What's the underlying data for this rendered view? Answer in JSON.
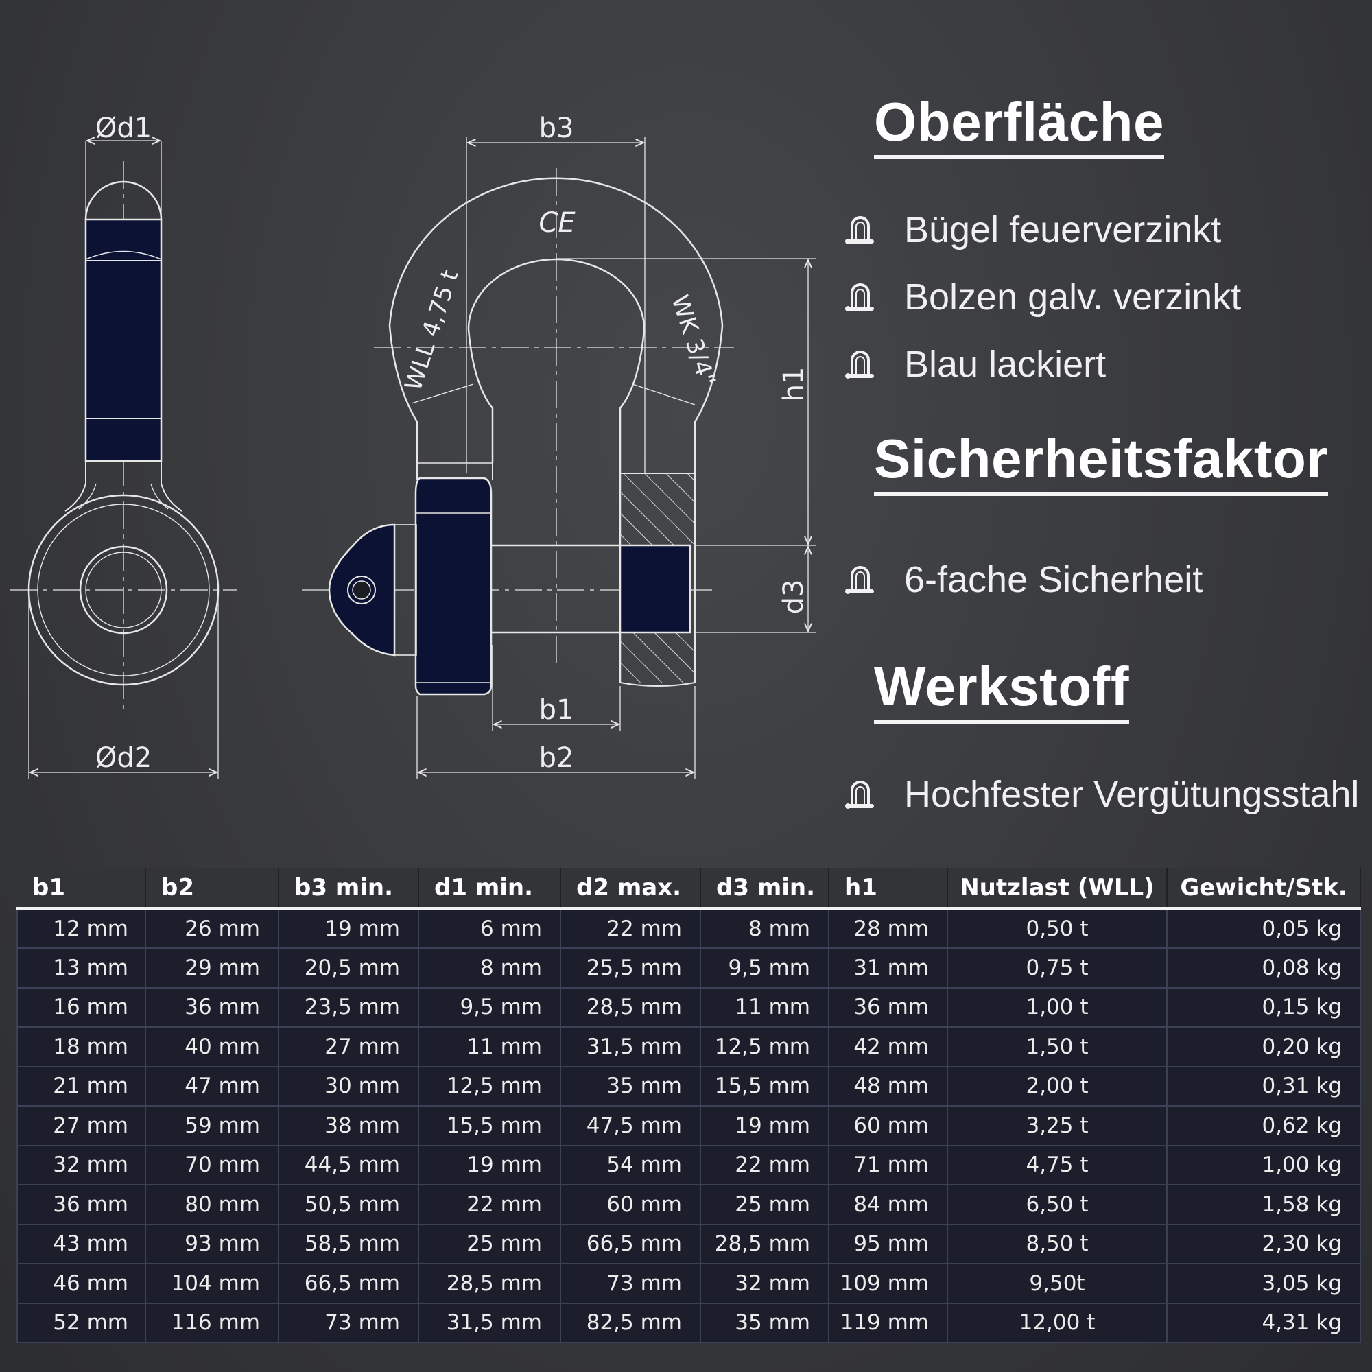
{
  "drawing": {
    "labels": {
      "d1": "Ød1",
      "d2": "Ød2",
      "b3": "b3",
      "b1": "b1",
      "b2": "b2",
      "h1": "h1",
      "d3": "d3",
      "wll": "WLL 4,75 t",
      "wk": "WK 3/4\"",
      "ce": "CE"
    },
    "colors": {
      "line": "#e6e6e6",
      "navy": "#0b1233"
    }
  },
  "features": {
    "sections": [
      {
        "title": "Oberfläche",
        "items": [
          "Bügel feuerverzinkt",
          "Bolzen galv. verzinkt",
          "Blau lackiert"
        ]
      },
      {
        "title": "Sicherheitsfaktor",
        "items": [
          "6-fache Sicherheit"
        ]
      },
      {
        "title": "Werkstoff",
        "items": [
          "Hochfester Vergütungsstahl"
        ]
      }
    ]
  },
  "table": {
    "headers": [
      "b1",
      "b2",
      "b3 min.",
      "d1 min.",
      "d2 max.",
      "d3 min.",
      "h1",
      "Nutzlast (WLL)",
      "Gewicht/Stk."
    ],
    "rows": [
      [
        "12 mm",
        "26 mm",
        "19 mm",
        "6 mm",
        "22 mm",
        "8 mm",
        "28 mm",
        "0,50 t",
        "0,05 kg"
      ],
      [
        "13 mm",
        "29 mm",
        "20,5 mm",
        "8 mm",
        "25,5 mm",
        "9,5 mm",
        "31 mm",
        "0,75 t",
        "0,08 kg"
      ],
      [
        "16 mm",
        "36 mm",
        "23,5 mm",
        "9,5 mm",
        "28,5 mm",
        "11 mm",
        "36 mm",
        "1,00 t",
        "0,15 kg"
      ],
      [
        "18 mm",
        "40 mm",
        "27 mm",
        "11 mm",
        "31,5 mm",
        "12,5 mm",
        "42 mm",
        "1,50 t",
        "0,20 kg"
      ],
      [
        "21 mm",
        "47 mm",
        "30 mm",
        "12,5 mm",
        "35 mm",
        "15,5 mm",
        "48 mm",
        "2,00 t",
        "0,31 kg"
      ],
      [
        "27 mm",
        "59 mm",
        "38 mm",
        "15,5 mm",
        "47,5 mm",
        "19 mm",
        "60 mm",
        "3,25 t",
        "0,62 kg"
      ],
      [
        "32 mm",
        "70 mm",
        "44,5 mm",
        "19 mm",
        "54 mm",
        "22 mm",
        "71 mm",
        "4,75 t",
        "1,00 kg"
      ],
      [
        "36 mm",
        "80 mm",
        "50,5 mm",
        "22 mm",
        "60 mm",
        "25 mm",
        "84 mm",
        "6,50 t",
        "1,58 kg"
      ],
      [
        "43 mm",
        "93 mm",
        "58,5 mm",
        "25 mm",
        "66,5 mm",
        "28,5 mm",
        "95 mm",
        "8,50 t",
        "2,30 kg"
      ],
      [
        "46 mm",
        "104 mm",
        "66,5 mm",
        "28,5 mm",
        "73 mm",
        "32 mm",
        "109 mm",
        "9,50t",
        "3,05 kg"
      ],
      [
        "52 mm",
        "116 mm",
        "73 mm",
        "31,5 mm",
        "82,5 mm",
        "35 mm",
        "119 mm",
        "12,00 t",
        "4,31 kg"
      ]
    ]
  }
}
